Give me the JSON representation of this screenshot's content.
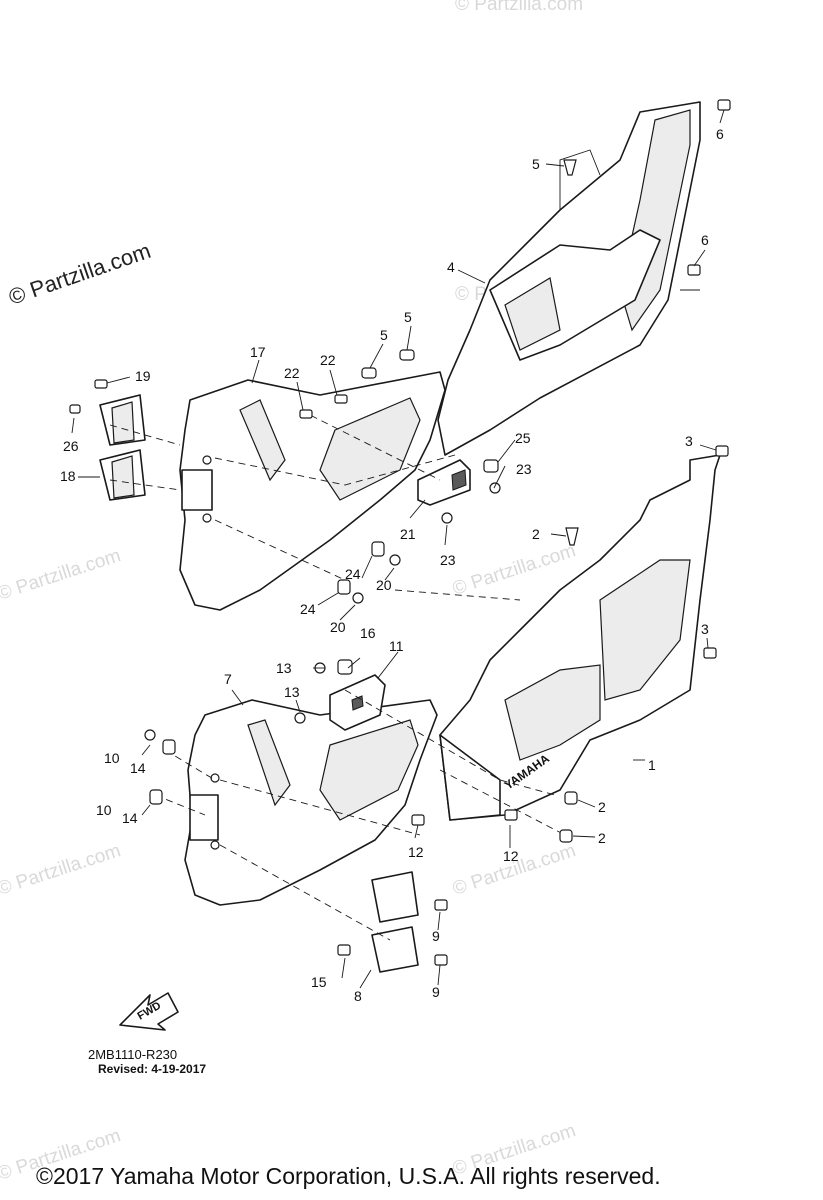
{
  "watermark": {
    "main": "© Partzilla.com",
    "faint": "© Partzilla.com"
  },
  "diagram": {
    "reference_code": "2MB1110-R230",
    "revised": "Revised: 4-19-2017",
    "fwd_label": "FWD",
    "brand_mark": "YAMAHA",
    "callouts": [
      "1",
      "2",
      "2",
      "2",
      "3",
      "3",
      "4",
      "5",
      "5",
      "5",
      "6",
      "6",
      "7",
      "8",
      "9",
      "9",
      "10",
      "10",
      "11",
      "12",
      "12",
      "13",
      "13",
      "14",
      "14",
      "15",
      "16",
      "17",
      "18",
      "19",
      "20",
      "20",
      "21",
      "22",
      "22",
      "23",
      "23",
      "24",
      "24",
      "25",
      "26"
    ]
  },
  "footer": {
    "copyright": "©2017  Yamaha Motor Corporation, U.S.A. All rights reserved."
  }
}
